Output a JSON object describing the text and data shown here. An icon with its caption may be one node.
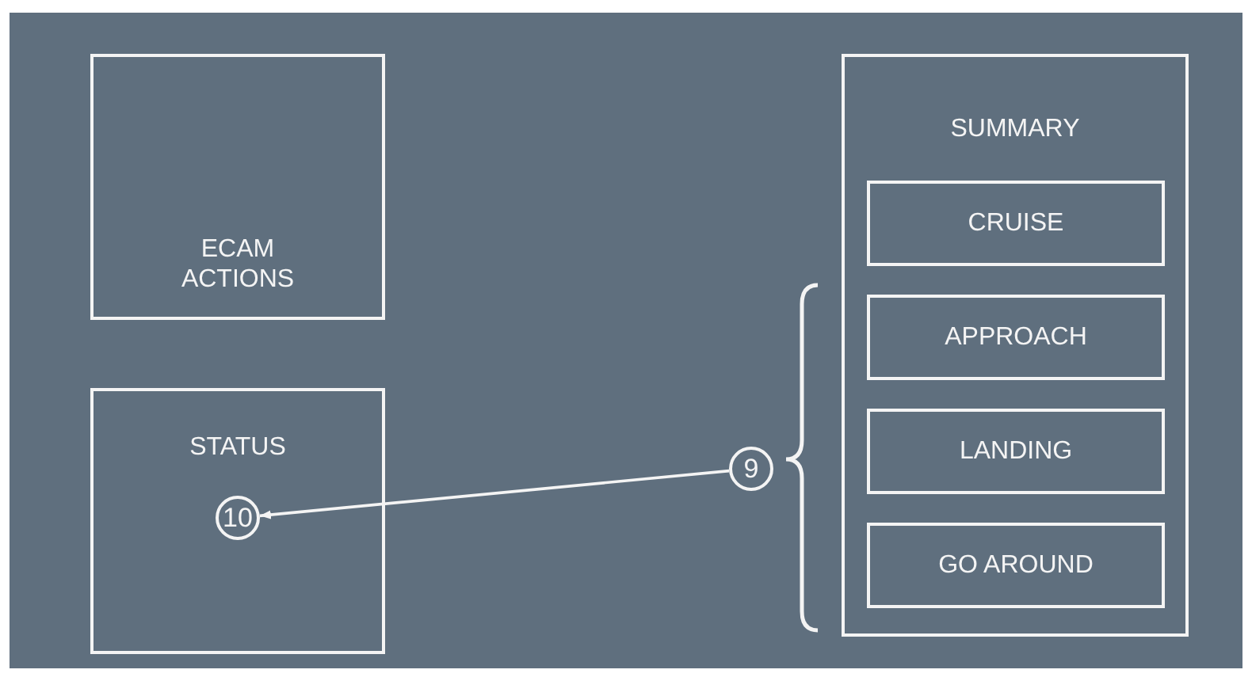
{
  "diagram": {
    "nodes": [
      {
        "text": [
          "ECAM ACTIONS"
        ]
      },
      {
        "text": [
          "STATUS"
        ]
      },
      {
        "text": [
          "10"
        ],
        "in": 1
      },
      {
        "text": [
          "SUMMARY"
        ]
      },
      {
        "text": [
          "CRUISE"
        ],
        "in": 3
      },
      {
        "text": [
          "APPROACH"
        ],
        "in": 3
      },
      {
        "text": [
          "LANDING"
        ],
        "in": 3
      },
      {
        "text": [
          "GO AROUND"
        ],
        "in": 3
      },
      {
        "text": [
          "9"
        ]
      }
    ],
    "edges": [
      {
        "from": 8,
        "to": 2,
        "arrow": "to"
      }
    ]
  }
}
